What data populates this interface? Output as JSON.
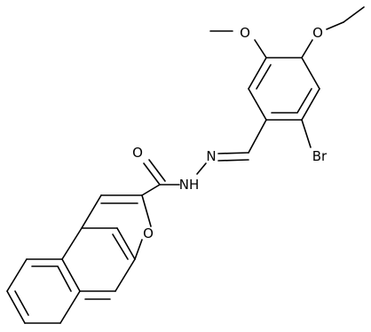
{
  "atom_labels": {
    "carbonyl_oxygen": "O",
    "hydrazide_nh": "NH",
    "imine_nitrogen": "N",
    "furan_oxygen": "O",
    "bromine": "Br",
    "methoxy_oxygen": "O",
    "ethoxy_oxygen": "O"
  }
}
